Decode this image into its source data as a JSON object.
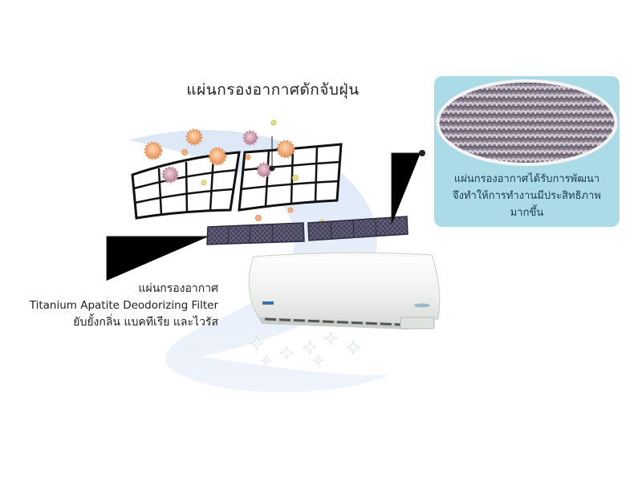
{
  "labels": {
    "dust_filter": "แผ่นกรองอากาศดักจับฝุ่น",
    "apatite_line1": "แผ่นกรองอากาศ",
    "apatite_line2": "Titanium Apatite Deodorizing Filter",
    "apatite_line3": "ยับยั้งกลิ่น แบคทีเรีย และไวรัส"
  },
  "callout": {
    "line1": "แผ่นกรองอากาศได้รับการพัฒนา",
    "line2": "จึงทำให้การทำงานมีประสิทธิภาพ",
    "line3": "มากขึ้น"
  },
  "colors": {
    "callout_bg": "#aadbe6",
    "airflow": "#c9d9f1",
    "dust_orange": "#f2a36b",
    "dust_pink": "#c98ea3",
    "filter_dark": "#4a4860"
  },
  "icons": [
    "dust-particle-icon",
    "sparkle-icon",
    "brand-logo-icon"
  ]
}
